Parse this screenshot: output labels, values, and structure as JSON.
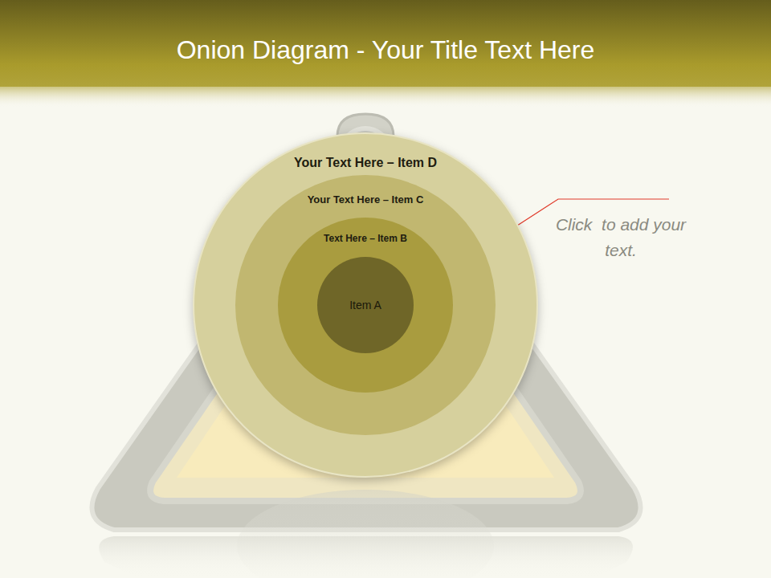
{
  "diagram": {
    "title": "Onion Diagram - Your Title Text Here",
    "nodes": [
      {
        "text": [
          "Your Text Here – Item D"
        ]
      },
      {
        "text": [
          "Your Text Here – Item C"
        ],
        "in": 0
      },
      {
        "text": [
          "Text Here – Item B"
        ],
        "in": 1
      },
      {
        "text": [
          "Item A"
        ],
        "in": 2
      }
    ],
    "labels": [
      "Click  to add your text."
    ]
  }
}
